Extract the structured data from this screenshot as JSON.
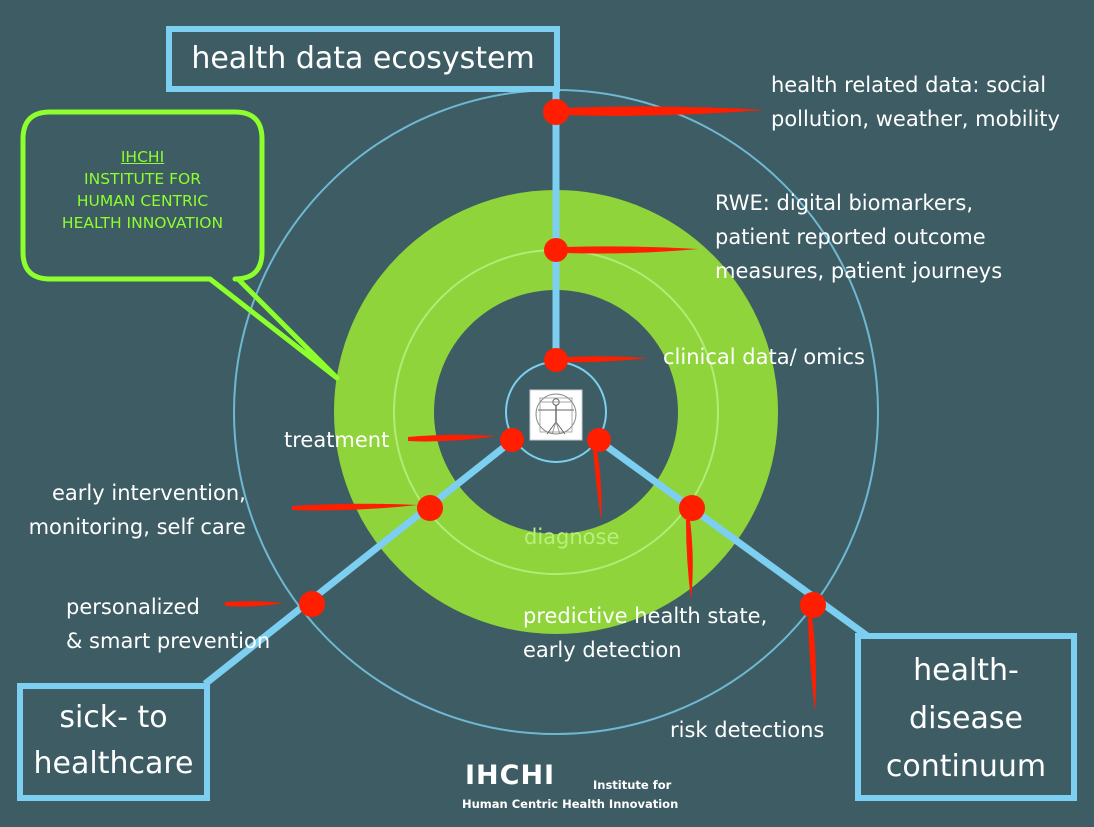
{
  "titles": {
    "ecosystem": "health data ecosystem",
    "sick_to_healthcare": [
      "sick- to",
      "healthcare"
    ],
    "continuum": [
      "health-",
      "disease",
      "continuum"
    ]
  },
  "callout": {
    "lines": [
      "IHCHI",
      "INSTITUTE FOR",
      "HUMAN CENTRIC",
      "HEALTH INNOVATION"
    ]
  },
  "labels": {
    "health_related": [
      "health related data: social",
      "pollution, weather, mobility"
    ],
    "rwe": [
      "RWE: digital biomarkers,",
      "patient reported outcome",
      "measures, patient journeys"
    ],
    "clinical": "clinical data/ omics",
    "treatment": "treatment",
    "early_intervention": [
      "early intervention,",
      "monitoring, self care"
    ],
    "personalized": [
      "personalized",
      "& smart prevention"
    ],
    "diagnose": "diagnose",
    "predictive": [
      "predictive health state,",
      "early detection"
    ],
    "risk": "risk detections"
  },
  "footer": {
    "title": "IHCHI",
    "line1": "Institute for",
    "line2": "Human Centric Health Innovation"
  },
  "colors": {
    "background": "#3d5c63",
    "axis_blue": "#7ccff0",
    "ring_green": "#8fd43b",
    "callout_green": "#8dff2d",
    "marker_red": "#ff1e00"
  },
  "icons": {
    "center": "vitruvian-man-image"
  }
}
